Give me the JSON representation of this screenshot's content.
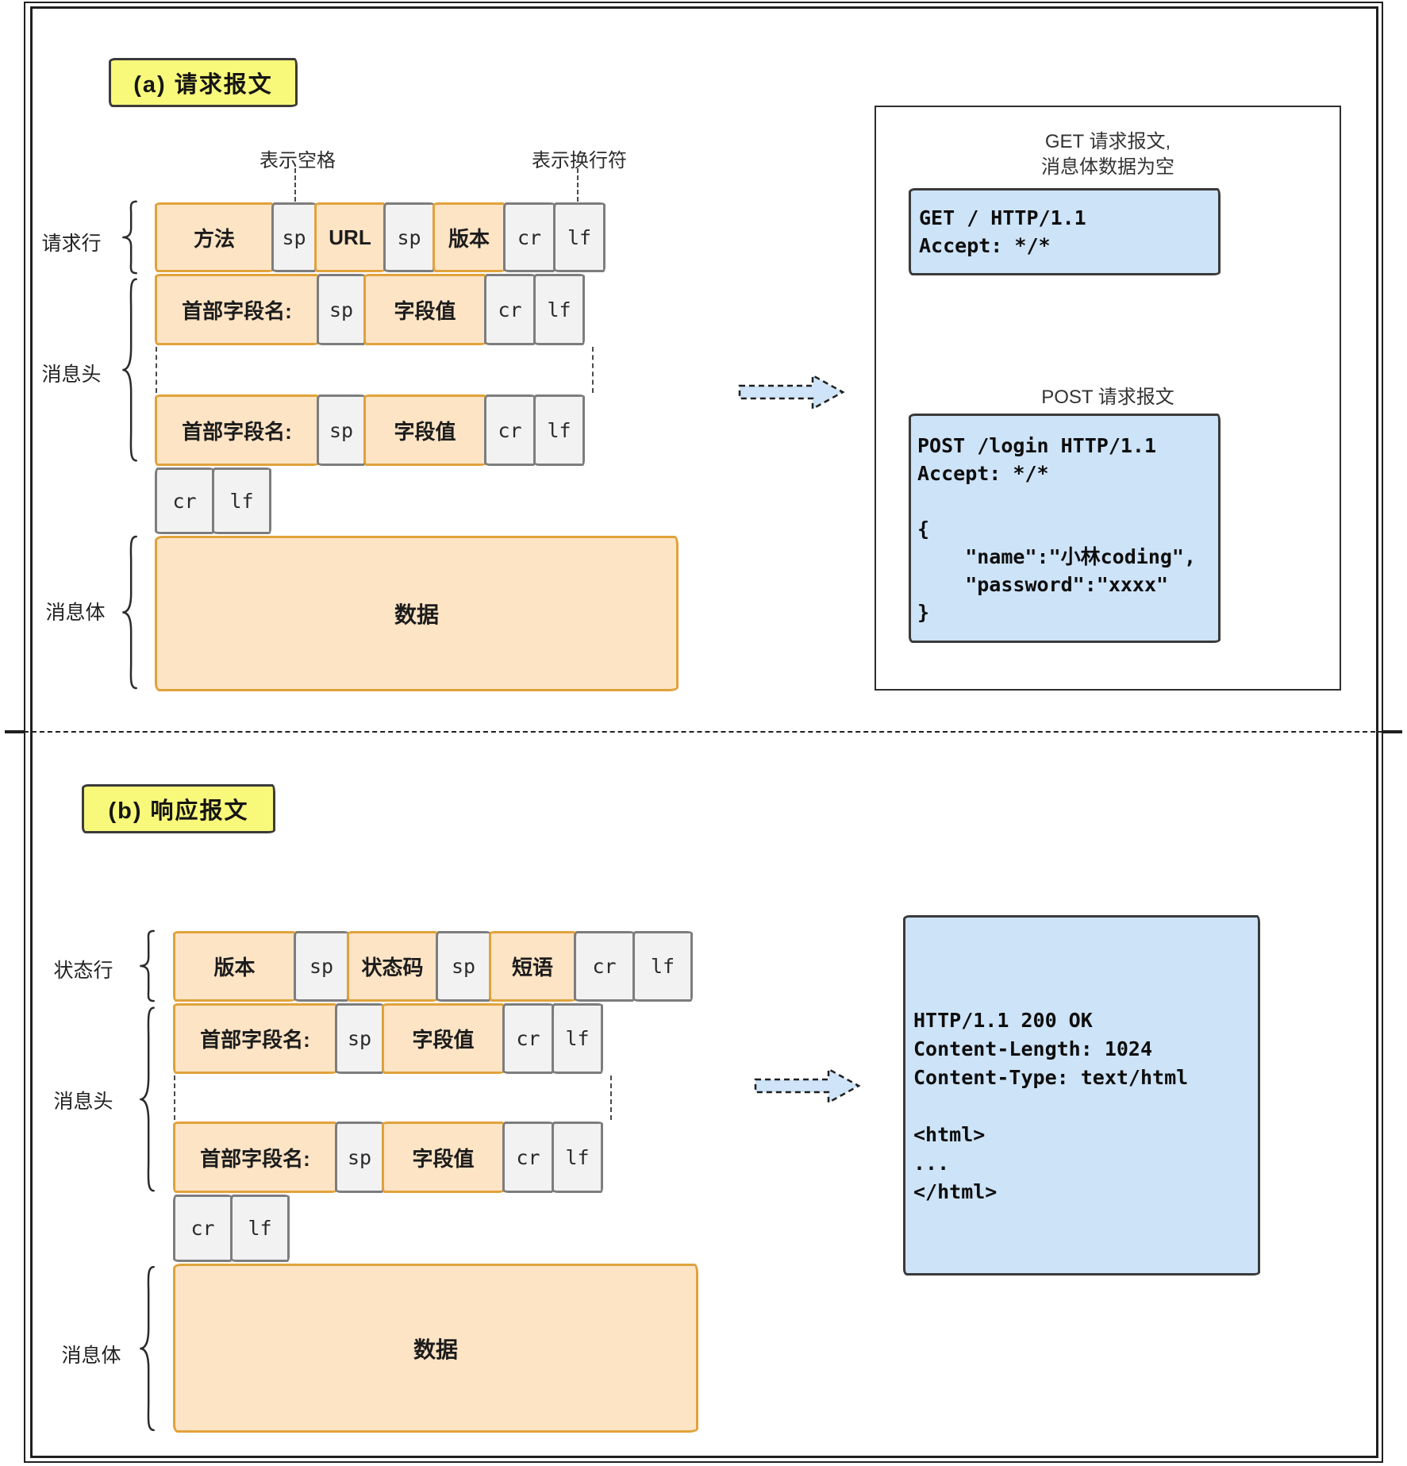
{
  "section_a": {
    "tag": "(a) 请求报文",
    "annotation_space": "表示空格",
    "annotation_newline": "表示换行符",
    "labels": {
      "request_line": "请求行",
      "headers": "消息头",
      "body": "消息体"
    },
    "request_line_cells": [
      "方法",
      "sp",
      "URL",
      "sp",
      "版本",
      "cr",
      "lf"
    ],
    "header_cells": [
      "首部字段名:",
      "sp",
      "字段值",
      "cr",
      "lf"
    ],
    "crlf_cells": [
      "cr",
      "lf"
    ],
    "body_text": "数据",
    "right_panel": {
      "get_title": [
        "GET 请求报文,",
        "消息体数据为空"
      ],
      "get_code": [
        "GET / HTTP/1.1",
        "Accept: */*"
      ],
      "post_title": "POST 请求报文",
      "post_code": [
        "POST /login HTTP/1.1",
        "Accept: */*",
        "",
        "{",
        "    \"name\":\"小林coding\",",
        "    \"password\":\"xxxx\"",
        "}"
      ]
    }
  },
  "section_b": {
    "tag": "(b) 响应报文",
    "labels": {
      "status_line": "状态行",
      "headers": "消息头",
      "body": "消息体"
    },
    "status_line_cells": [
      "版本",
      "sp",
      "状态码",
      "sp",
      "短语",
      "cr",
      "lf"
    ],
    "header_cells": [
      "首部字段名:",
      "sp",
      "字段值",
      "cr",
      "lf"
    ],
    "crlf_cells": [
      "cr",
      "lf"
    ],
    "body_text": "数据",
    "right_panel": {
      "code": [
        "HTTP/1.1 200 OK",
        "Content-Length: 1024",
        "Content-Type: text/html",
        "",
        "<html>",
        "...",
        "</html>"
      ]
    }
  },
  "colors": {
    "box_orange_fill": "#fde4c5",
    "box_orange_border": "#e1a23b",
    "box_gray_fill": "#f2f2f2",
    "box_gray_border": "#7d7d7d",
    "tag_yellow": "#f8f87b",
    "code_blue": "#cde3f7"
  }
}
